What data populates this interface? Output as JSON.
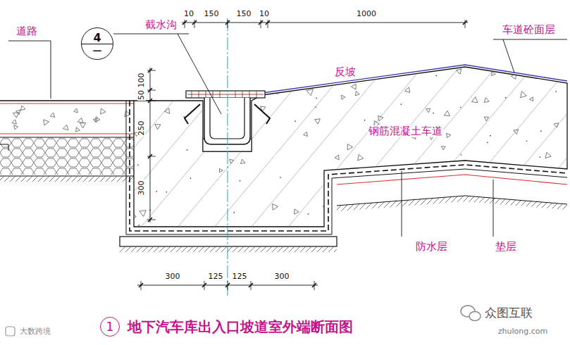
{
  "diagram": {
    "caption": "地下汽车库出入口坡道室外端断面图",
    "nodes": [
      {
        "text": [
          "4",
          "—"
        ]
      },
      {
        "text": [
          "1"
        ]
      }
    ],
    "labels": [
      "10",
      "150",
      "150",
      "10",
      "1000",
      "道路",
      "截水沟",
      "车道砼面层",
      "反坡",
      "100",
      "50",
      "250",
      "300",
      "钢筋混凝土车道",
      "防水层",
      "垫层",
      "300",
      "125",
      "125",
      "300",
      "众图互联",
      "zhulong.com",
      "大数跨境"
    ]
  }
}
